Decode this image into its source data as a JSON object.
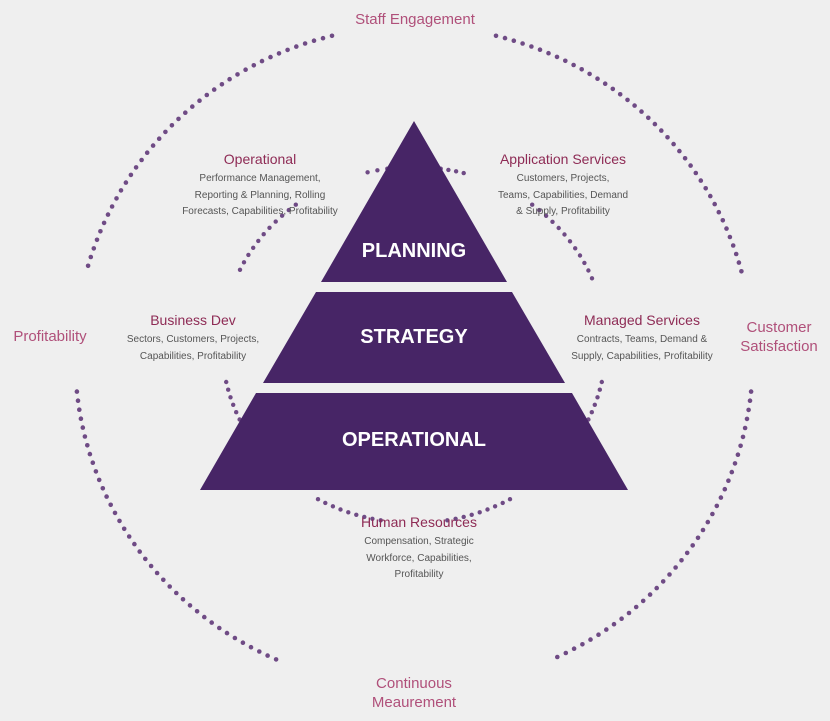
{
  "colors": {
    "background": "#efefef",
    "pyramid": "#472566",
    "dots": "#6f4b85",
    "outer_label": "#b0507a",
    "unit_title": "#8e2b55",
    "unit_desc": "#555555"
  },
  "outer_labels": {
    "top": "Staff Engagement",
    "left": "Profitability",
    "right_line1": "Customer",
    "right_line2": "Satisfaction",
    "bottom_line1": "Continuous",
    "bottom_line2": "Meaurement"
  },
  "pyramid": {
    "tiers": [
      "PLANNING",
      "STRATEGY",
      "OPERATIONAL"
    ]
  },
  "units": {
    "operational": {
      "title": "Operational",
      "desc": [
        "Performance Management,",
        "Reporting & Planning, Rolling",
        "Forecasts, Capabilities, Profitability"
      ]
    },
    "application_services": {
      "title": "Application Services",
      "desc": [
        "Customers, Projects,",
        "Teams, Capabilities, Demand",
        "& Supply, Profitability"
      ]
    },
    "business_dev": {
      "title": "Business Dev",
      "desc": [
        "Sectors, Customers, Projects,",
        "Capabilities, Profitability"
      ]
    },
    "managed_services": {
      "title": "Managed Services",
      "desc": [
        "Contracts, Teams, Demand &",
        "Supply, Capabilities, Profitability"
      ]
    },
    "human_resources": {
      "title": "Human Resources",
      "desc": [
        "Compensation, Strategic",
        "Workforce, Capabilities,",
        "Profitability"
      ]
    }
  }
}
